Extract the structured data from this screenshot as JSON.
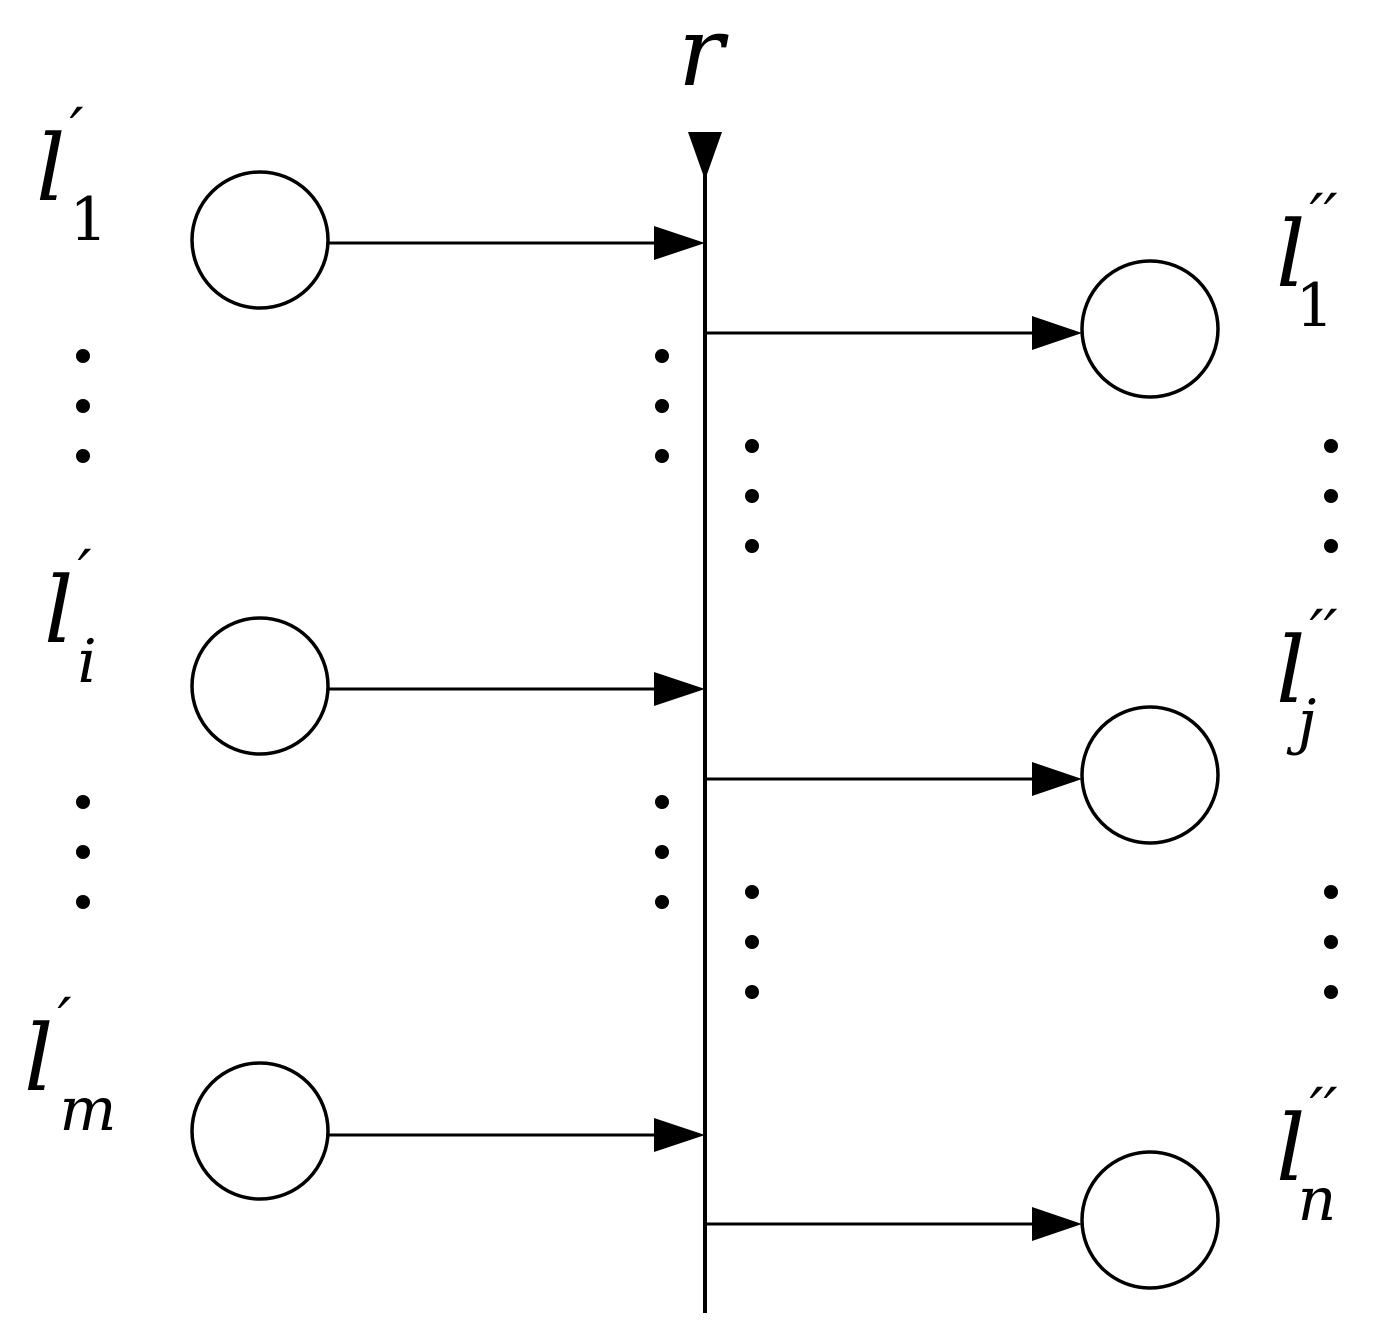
{
  "diagram": {
    "resource_label": "r",
    "inputs": [
      {
        "symbol": "l",
        "prime": "′",
        "subscript": "1"
      },
      {
        "symbol": "l",
        "prime": "′",
        "subscript": "i"
      },
      {
        "symbol": "l",
        "prime": "′",
        "subscript": "m"
      }
    ],
    "outputs": [
      {
        "symbol": "l",
        "prime": "′′",
        "subscript": "1"
      },
      {
        "symbol": "l",
        "prime": "′′",
        "subscript": "j"
      },
      {
        "symbol": "l",
        "prime": "′′",
        "subscript": "n"
      }
    ]
  }
}
